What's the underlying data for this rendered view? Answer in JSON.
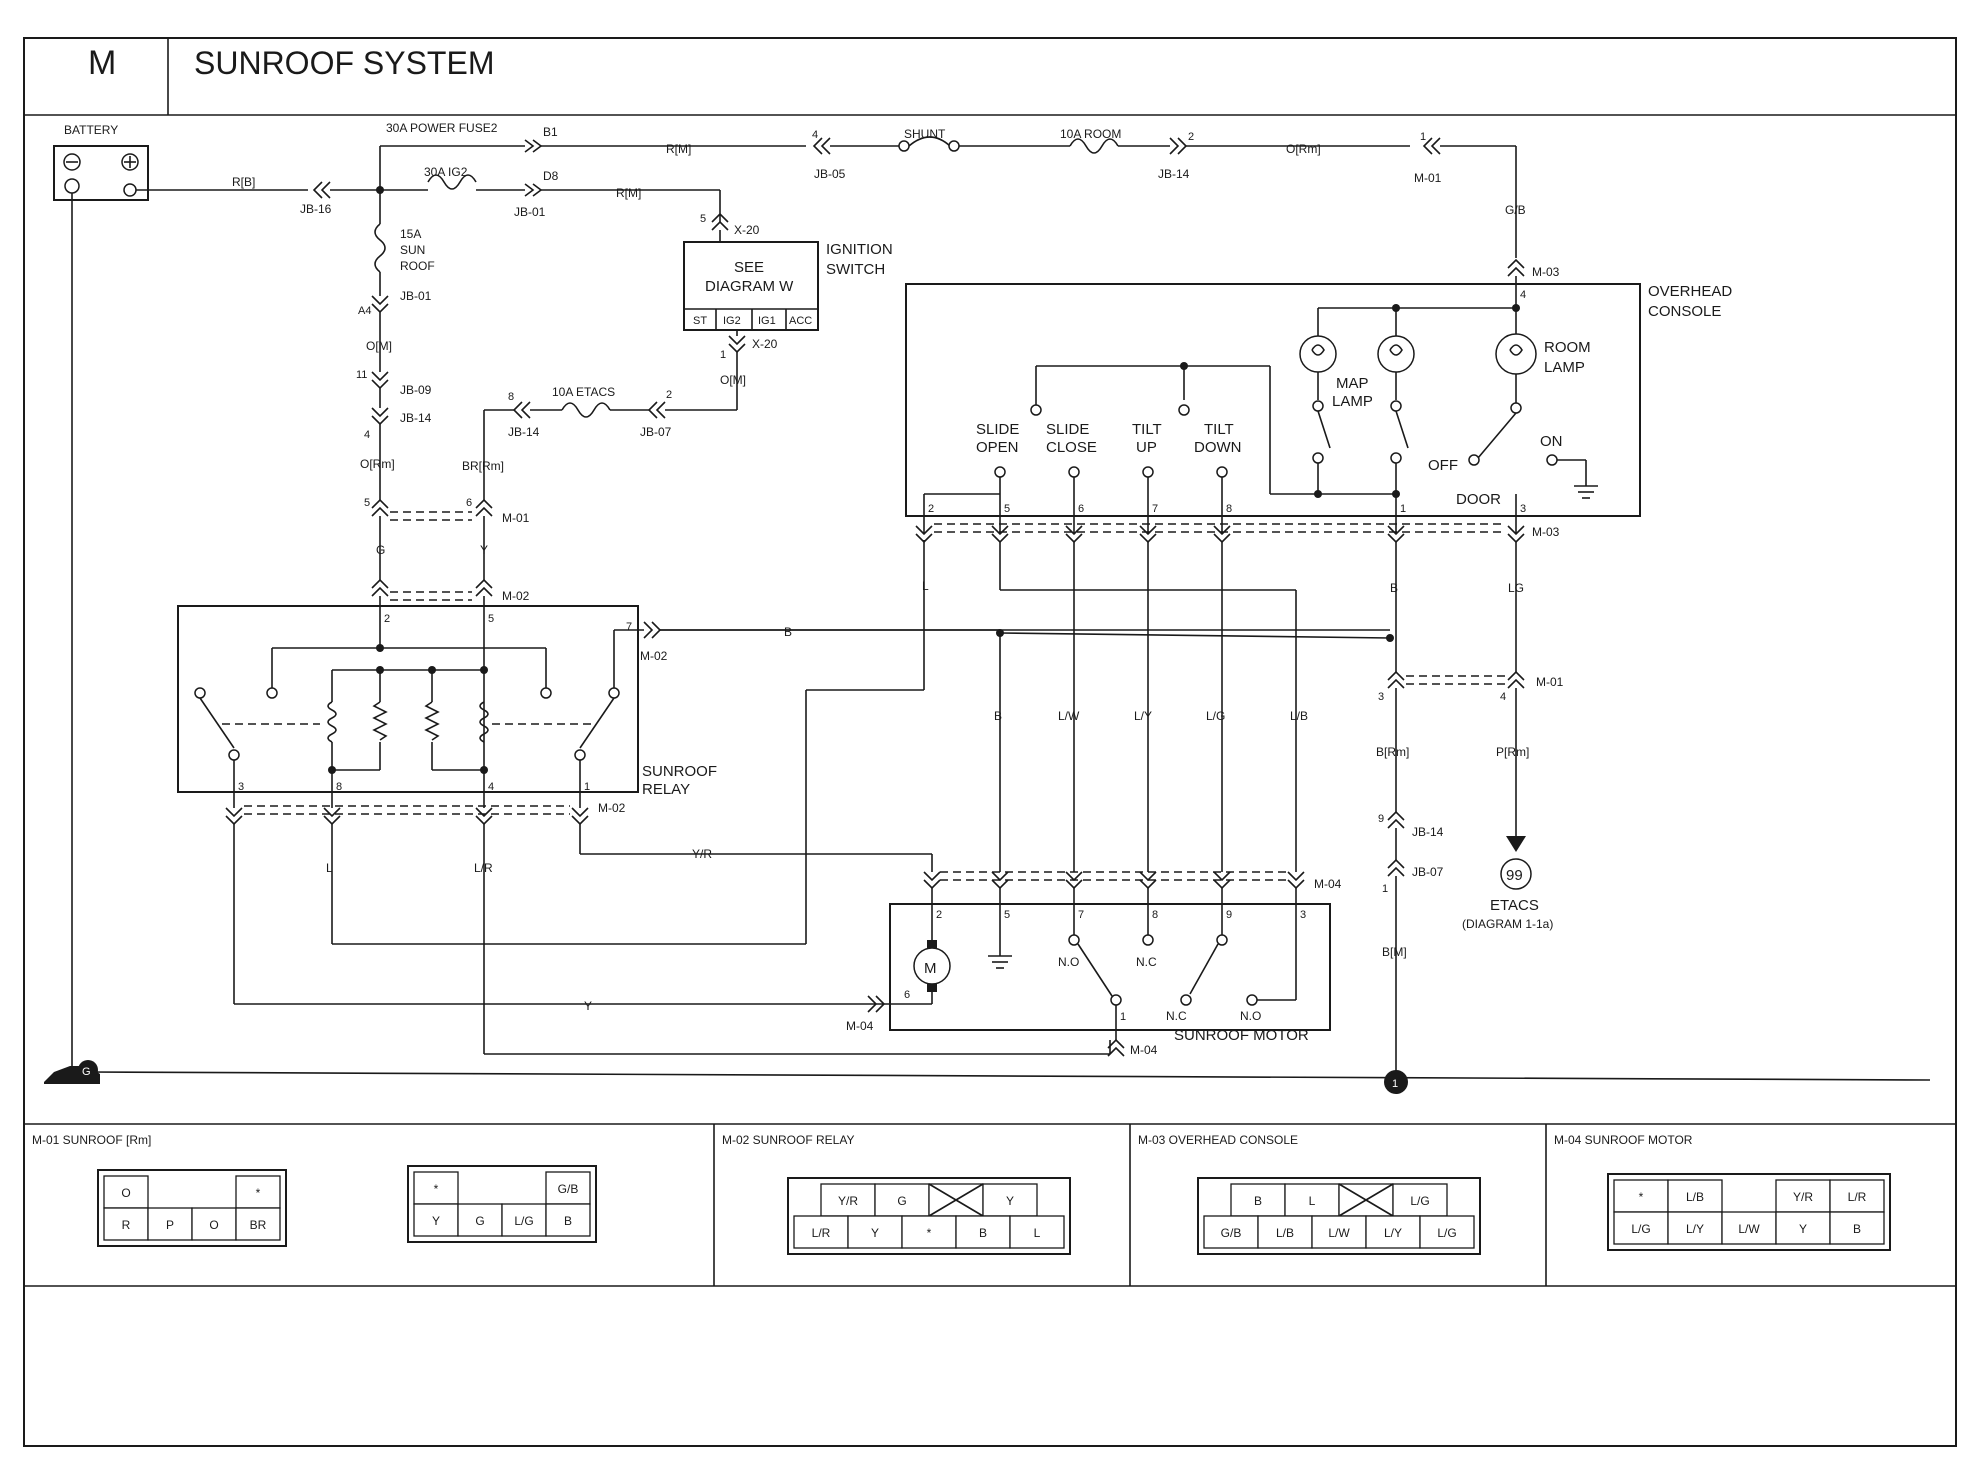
{
  "header": {
    "code": "M",
    "title": "SUNROOF SYSTEM"
  },
  "components": {
    "battery": "BATTERY",
    "fuse_power2": "30A POWER FUSE2",
    "fuse_ig2": "30A IG2",
    "fuse_sunroof": [
      "15A",
      "SUN",
      "ROOF"
    ],
    "shunt": "SHUNT",
    "fuse_room": "10A ROOM",
    "fuse_etacs": "10A ETACS",
    "ignition_switch": [
      "IGNITION",
      "SWITCH"
    ],
    "see_diagram": [
      "SEE",
      "DIAGRAM W"
    ],
    "ign_positions": [
      "ST",
      "IG2",
      "IG1",
      "ACC"
    ],
    "overhead_console": [
      "OVERHEAD",
      "CONSOLE"
    ],
    "map_lamp": [
      "MAP",
      "LAMP"
    ],
    "room_lamp": [
      "ROOM",
      "LAMP"
    ],
    "switch_labels": {
      "slide_open": [
        "SLIDE",
        "OPEN"
      ],
      "slide_close": [
        "SLIDE",
        "CLOSE"
      ],
      "tilt_up": [
        "TILT",
        "UP"
      ],
      "tilt_down": [
        "TILT",
        "DOWN"
      ]
    },
    "lamp_switch": {
      "off": "OFF",
      "on": "ON",
      "door": "DOOR"
    },
    "sunroof_relay": [
      "SUNROOF",
      "RELAY"
    ],
    "sunroof_motor": "SUNROOF MOTOR",
    "motor_symbol": "M",
    "no": "N.O",
    "nc": "N.C",
    "etacs": {
      "number": "99",
      "label": "ETACS",
      "sub": "(DIAGRAM 1-1a)"
    },
    "ground_g": "G",
    "ground_1": "1"
  },
  "connectors": {
    "jb16": "JB-16",
    "jb01": "JB-01",
    "jb05": "JB-05",
    "jb14": "JB-14",
    "jb09": "JB-09",
    "jb07": "JB-07",
    "m01": "M-01",
    "m02": "M-02",
    "m03": "M-03",
    "m04": "M-04",
    "x20": "X-20",
    "b1": "B1",
    "d8": "D8",
    "a4": "A4"
  },
  "wires": {
    "r_b": "R[B]",
    "r_m": "R[M]",
    "o_rm": "O[Rm]",
    "o_m": "O[M]",
    "br_rm": "BR[Rm]",
    "g_b": "G/B",
    "g": "G",
    "y": "Y",
    "b": "B",
    "l": "L",
    "lg": "LG",
    "l_w": "L/W",
    "l_y": "L/Y",
    "l_g": "L/G",
    "l_b": "L/B",
    "l_r": "L/R",
    "y_r": "Y/R",
    "b_rm": "B[Rm]",
    "p_rm": "P[Rm]",
    "b_m": "B[M]"
  },
  "pins": {
    "p1": "1",
    "p2": "2",
    "p3": "3",
    "p4": "4",
    "p5": "5",
    "p6": "6",
    "p7": "7",
    "p8": "8",
    "p9": "9",
    "p11": "11"
  },
  "connector_views": {
    "m01_title": "M-01 SUNROOF [Rm]",
    "m02_title": "M-02 SUNROOF RELAY",
    "m03_title": "M-03 OVERHEAD CONSOLE",
    "m04_title": "M-04 SUNROOF MOTOR",
    "m01a": [
      [
        "O",
        "",
        "",
        "*"
      ],
      [
        "R",
        "P",
        "O",
        "BR"
      ]
    ],
    "m01b": [
      [
        "*",
        "",
        "",
        "G/B"
      ],
      [
        "Y",
        "G",
        "L/G",
        "B"
      ]
    ],
    "m02": [
      [
        "Y/R",
        "G",
        "X",
        "Y"
      ],
      [
        "L/R",
        "Y",
        "*",
        "B",
        "L"
      ]
    ],
    "m03": [
      [
        "B",
        "L",
        "X",
        "L/G"
      ],
      [
        "G/B",
        "L/B",
        "L/W",
        "L/Y",
        "L/G"
      ]
    ],
    "m04": [
      [
        "*",
        "L/B",
        "",
        "Y/R",
        "L/R"
      ],
      [
        "L/G",
        "L/Y",
        "L/W",
        "Y",
        "B"
      ]
    ]
  }
}
